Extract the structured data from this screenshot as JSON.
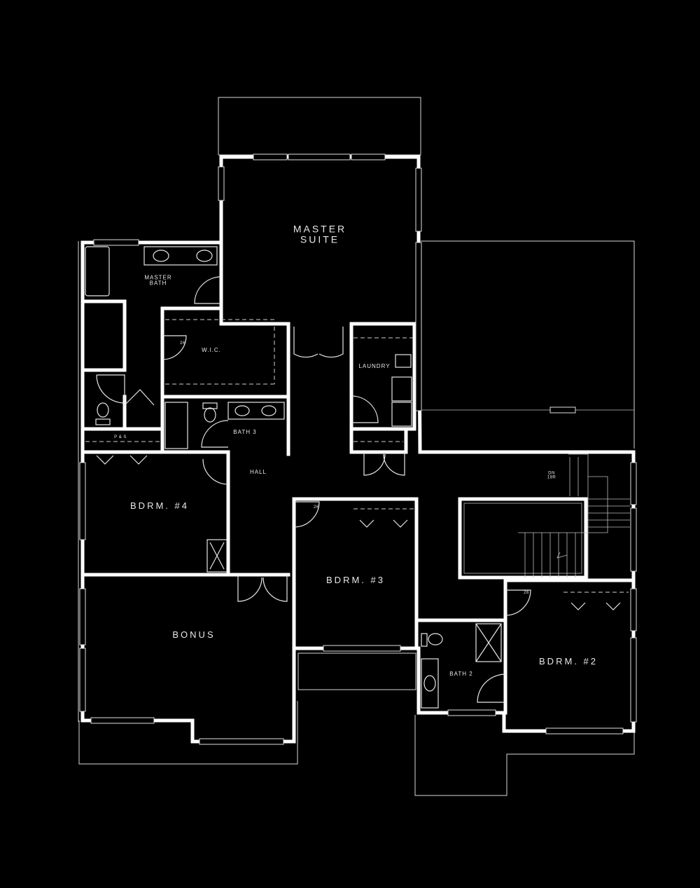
{
  "floor_plan": {
    "rooms": {
      "master_suite": "MASTER\nSUITE",
      "master_bath": "MASTER\nBATH",
      "wic": "W.I.C.",
      "laundry": "LAUNDRY",
      "bath_3": "BATH 3",
      "pands": "P & S",
      "hall": "HALL",
      "bdrm_4": "BDRM.  #4",
      "bdrm_3": "BDRM.  #3",
      "bdrm_2": "BDRM.  #2",
      "bonus": "BONUS",
      "bath_2": "BATH 2"
    },
    "annotations": {
      "stair": "DN\n18R",
      "door_wic": "26",
      "door_bdrm3": "26",
      "door_bdrm2": "26"
    },
    "colors": {
      "background": "#000000",
      "line": "#ffffff"
    }
  }
}
